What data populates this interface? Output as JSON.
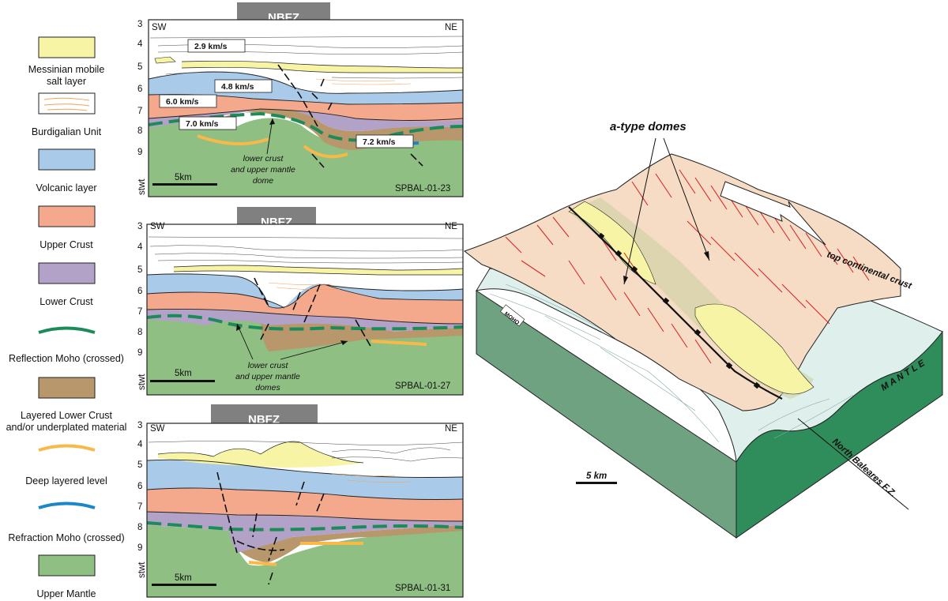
{
  "legend": [
    {
      "label": "Messinian mobile salt layer",
      "lines": [
        "Messinian mobile",
        "salt layer"
      ],
      "color": "#f8f4a6",
      "kind": "box"
    },
    {
      "label": "Burdigalian Unit",
      "lines": [
        "Burdigalian Unit"
      ],
      "color": "#ffffff",
      "kind": "box-lines"
    },
    {
      "label": "Volcanic layer",
      "lines": [
        "Volcanic layer"
      ],
      "color": "#a9cbe9",
      "kind": "box"
    },
    {
      "label": "Upper Crust",
      "lines": [
        "Upper Crust"
      ],
      "color": "#f4a98d",
      "kind": "box"
    },
    {
      "label": "Lower Crust",
      "lines": [
        "Lower Crust"
      ],
      "color": "#b3a2c8",
      "kind": "box"
    },
    {
      "label": "Reflection Moho (crossed)",
      "lines": [
        "Reflection Moho (crossed)"
      ],
      "color": "#1d8a5a",
      "kind": "curve"
    },
    {
      "label": "Layered Lower Crust and/or underplated material",
      "lines": [
        "Layered Lower Crust",
        "and/or underplated material"
      ],
      "color": "#b7976b",
      "kind": "box"
    },
    {
      "label": "Deep layered level",
      "lines": [
        "Deep layered level"
      ],
      "color": "#f9b84a",
      "kind": "curve"
    },
    {
      "label": "Refraction Moho (crossed)",
      "lines": [
        "Refraction Moho (crossed)"
      ],
      "color": "#1c86c6",
      "kind": "curve"
    },
    {
      "label": "Upper Mantle",
      "lines": [
        "Upper Mantle"
      ],
      "color": "#8fbf82",
      "kind": "box"
    }
  ],
  "axis": {
    "ticks": [
      "3",
      "4",
      "5",
      "6",
      "7",
      "8",
      "9"
    ],
    "label": "stwt"
  },
  "profiles": [
    {
      "name": "SPBAL-01-23",
      "fault_zone": "NBFZ",
      "left_dir": "SW",
      "right_dir": "NE",
      "scale": "5km",
      "velocities": [
        "2.9 km/s",
        "4.8 km/s",
        "6.0 km/s",
        "7.0 km/s",
        "7.2 km/s"
      ],
      "annotation": [
        "lower crust",
        "and upper mantle",
        "dome"
      ]
    },
    {
      "name": "SPBAL-01-27",
      "fault_zone": "NBFZ",
      "left_dir": "SW",
      "right_dir": "NE",
      "scale": "5km",
      "annotation": [
        "lower crust",
        "and upper mantle",
        "domes"
      ]
    },
    {
      "name": "SPBAL-01-31",
      "fault_zone": "NBFZ",
      "left_dir": "SW",
      "right_dir": "NE",
      "scale": "5km"
    }
  ],
  "block": {
    "title": "a-type domes",
    "top_label": "top continental crust",
    "mantle_label": "M A N T L E",
    "fault_label": "North Baleares F.Z.",
    "moho_tag": "MOHO",
    "scale": "5 km"
  },
  "colors": {
    "salt": "#f8f4a6",
    "volcanic": "#a9cbe9",
    "upper_crust": "#f4a98d",
    "lower_crust": "#b3a2c8",
    "layered": "#b7976b",
    "mantle": "#8fbf82",
    "reflection_moho": "#1d8a5a",
    "deep_level": "#f9b84a",
    "refraction_moho": "#1c86c6",
    "nbfz_bg": "#808080",
    "block_mantle": "#2f8c5b",
    "crust_top": "#f6dcc4",
    "fault_red": "#d42a2a"
  }
}
